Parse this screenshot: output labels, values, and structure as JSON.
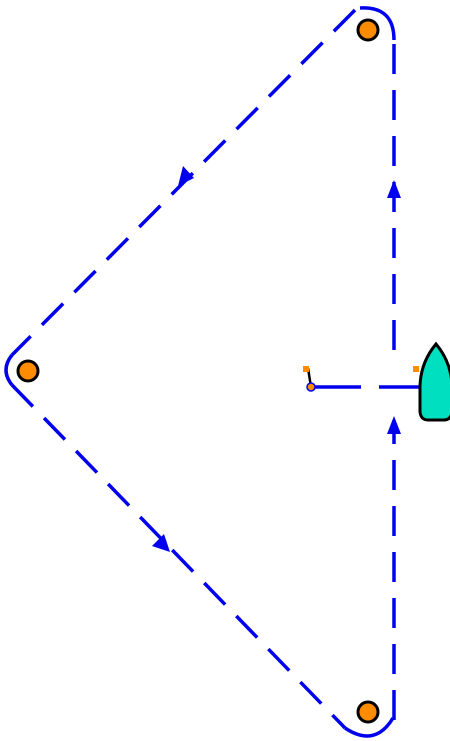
{
  "diagram": {
    "kind": "sailing-course",
    "marks": [
      {
        "id": "mark-top"
      },
      {
        "id": "mark-left"
      },
      {
        "id": "mark-bottom"
      }
    ],
    "legs": [
      {
        "from": "mark-bottom",
        "to": "mark-top",
        "direction": "up"
      },
      {
        "from": "mark-top",
        "to": "mark-left",
        "direction": "down-left"
      },
      {
        "from": "mark-left",
        "to": "mark-bottom",
        "direction": "down-right"
      }
    ],
    "start_line": {
      "pin": "pin-end-flag",
      "committee": "committee-boat"
    }
  },
  "colors": {
    "course": "#0000ee",
    "mark_fill": "#ff8c00",
    "mark_stroke": "#000000",
    "boat_fill": "#00e0c0",
    "flag": "#ff8c00"
  }
}
